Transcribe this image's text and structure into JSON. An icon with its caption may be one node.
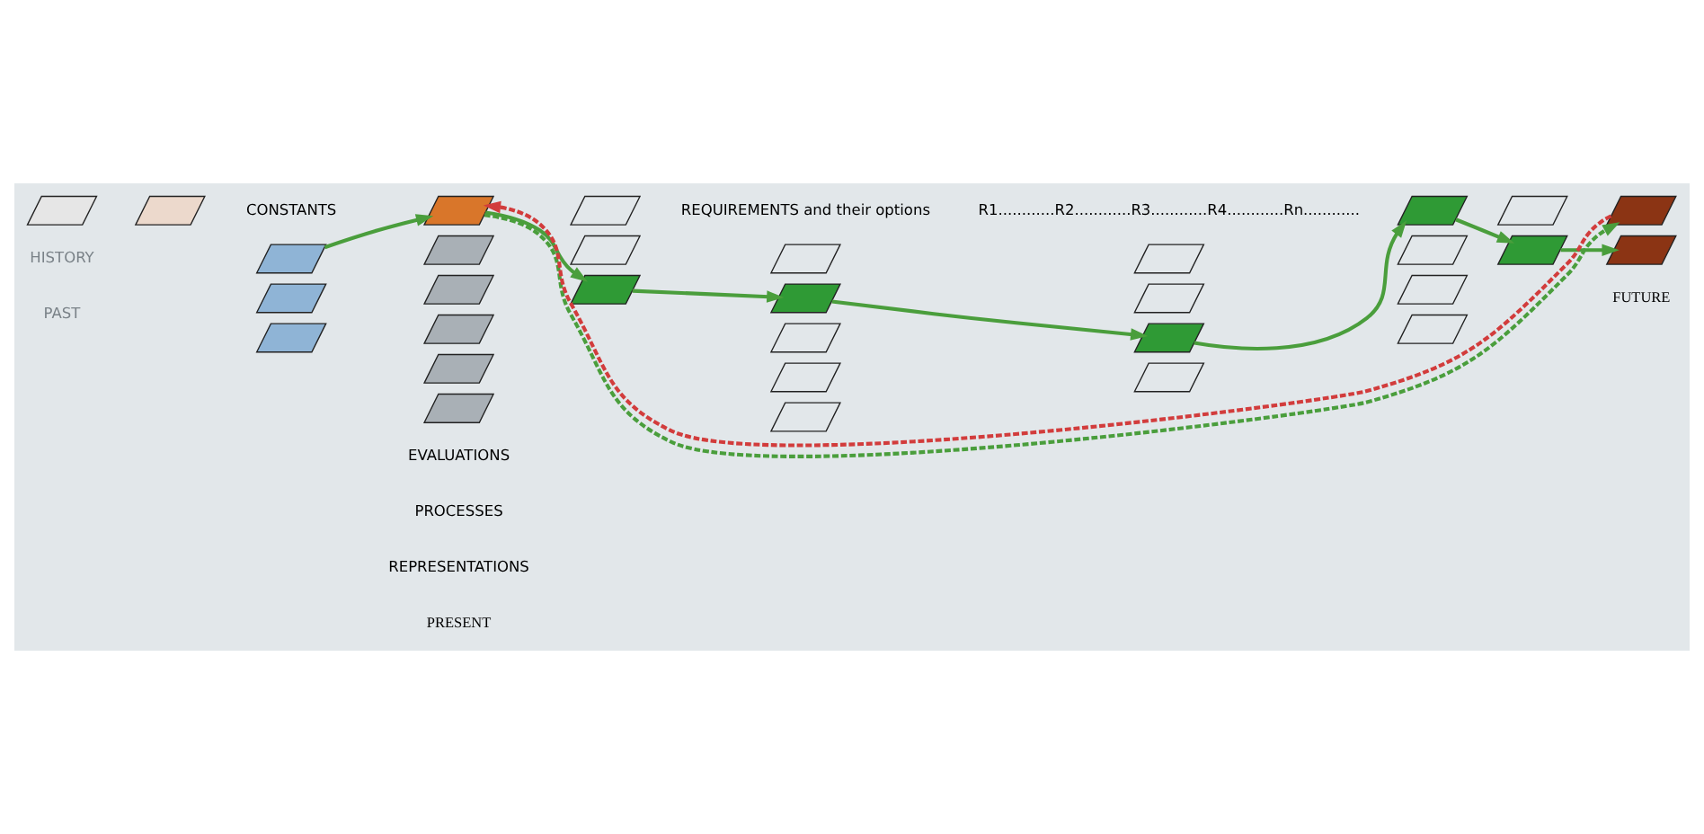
{
  "diagram": {
    "nodes": [
      {
        "text": [],
        "shape": "parallelogram"
      },
      {
        "text": [],
        "shape": "parallelogram"
      },
      {
        "text": [],
        "shape": "parallelogram"
      },
      {
        "text": [],
        "shape": "parallelogram"
      },
      {
        "text": [],
        "shape": "parallelogram"
      },
      {
        "text": [],
        "shape": "parallelogram"
      },
      {
        "text": [],
        "shape": "parallelogram"
      },
      {
        "text": [],
        "shape": "parallelogram"
      },
      {
        "text": [],
        "shape": "parallelogram"
      },
      {
        "text": [],
        "shape": "parallelogram"
      },
      {
        "text": [],
        "shape": "parallelogram"
      },
      {
        "text": [],
        "shape": "parallelogram"
      },
      {
        "text": [],
        "shape": "parallelogram"
      },
      {
        "text": [],
        "shape": "parallelogram"
      },
      {
        "text": [],
        "shape": "parallelogram"
      },
      {
        "text": [],
        "shape": "parallelogram"
      },
      {
        "text": [],
        "shape": "parallelogram"
      },
      {
        "text": [],
        "shape": "parallelogram"
      },
      {
        "text": [],
        "shape": "parallelogram"
      },
      {
        "text": [],
        "shape": "parallelogram"
      },
      {
        "text": [],
        "shape": "parallelogram"
      },
      {
        "text": [],
        "shape": "parallelogram"
      },
      {
        "text": [],
        "shape": "parallelogram"
      },
      {
        "text": [],
        "shape": "parallelogram"
      },
      {
        "text": [],
        "shape": "parallelogram"
      },
      {
        "text": [],
        "shape": "parallelogram"
      },
      {
        "text": [],
        "shape": "parallelogram"
      },
      {
        "text": [],
        "shape": "parallelogram"
      },
      {
        "text": [],
        "shape": "parallelogram"
      },
      {
        "text": [],
        "shape": "parallelogram"
      },
      {
        "text": [],
        "shape": "parallelogram"
      }
    ],
    "edges": [
      {
        "from": 2,
        "to": 5,
        "arrow": "to"
      },
      {
        "from": 5,
        "to": 13,
        "arrow": "to"
      },
      {
        "from": 13,
        "to": 15,
        "arrow": "to"
      },
      {
        "from": 15,
        "to": 21,
        "arrow": "to"
      },
      {
        "from": 21,
        "to": 23,
        "arrow": "to"
      },
      {
        "from": 23,
        "to": 28,
        "arrow": "to"
      },
      {
        "from": 28,
        "to": 30,
        "arrow": "to"
      },
      {
        "from": 5,
        "to": 29,
        "arrow": "to",
        "style": "dashed"
      },
      {
        "from": 29,
        "to": 5,
        "arrow": "to",
        "style": "dashed",
        "color": "#d23c3c"
      }
    ],
    "labels": [
      "CONSTANTS",
      "REQUIREMENTS and their options",
      "R1............R2............R3............R4............Rn............",
      "HISTORY",
      "EVALUATIONS",
      "PROCESSES",
      "REPRESENTATIONS",
      "PAST",
      "PRESENT",
      "FUTURE"
    ]
  }
}
